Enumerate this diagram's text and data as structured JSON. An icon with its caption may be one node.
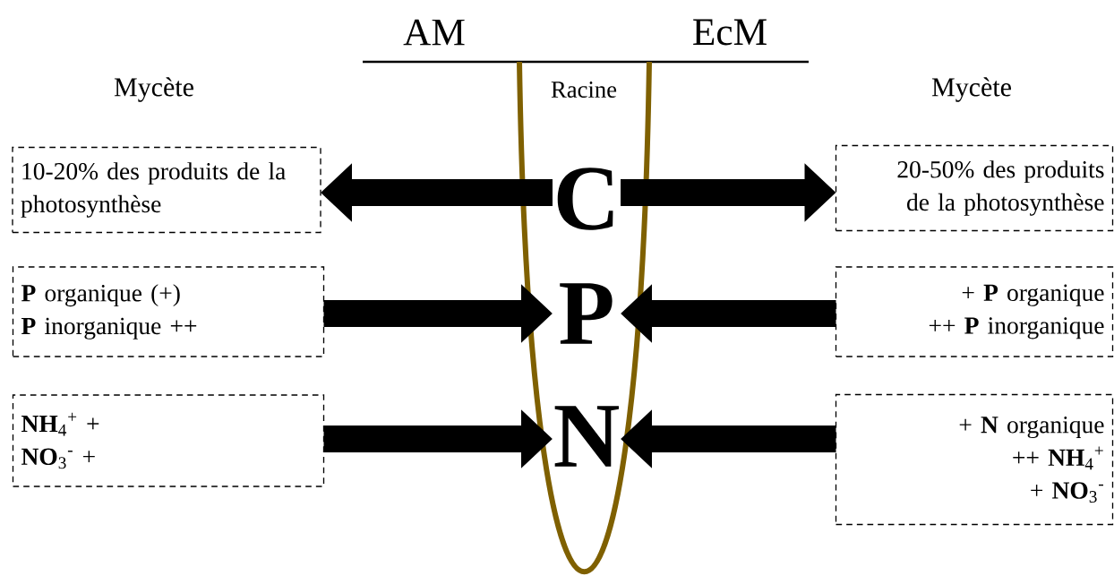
{
  "diagram": {
    "nodes": [
      {
        "text": [
          "10-20% des produits de la photosynthèse"
        ]
      },
      {
        "text": [
          "Racine"
        ]
      },
      {
        "text": [
          "C"
        ],
        "in": 1
      },
      {
        "text": [
          "20-50% des produits de la photosynthèse"
        ]
      },
      {
        "text": [
          "**P** organique (+)",
          "**P** inorganique ++"
        ]
      },
      {
        "text": [
          "P"
        ],
        "in": 1
      },
      {
        "text": [
          "+ **P** organique",
          "++ **P** inorganique"
        ]
      },
      {
        "text": [
          "**NH**$_{4}$$^{+}$ +",
          "**NO**$_{3}$$^{-}$ +"
        ]
      },
      {
        "text": [
          "N"
        ],
        "in": 1
      },
      {
        "text": [
          "+ **N** organique",
          "++ **NH**$_{4}$$^{+}$",
          "+ **NO**$_{3}$$^{-}$"
        ]
      }
    ],
    "edges": [
      {
        "from": 2,
        "to": 0,
        "arrow": "to"
      },
      {
        "from": 2,
        "to": 3,
        "arrow": "to"
      },
      {
        "from": 4,
        "to": 5,
        "arrow": "to"
      },
      {
        "from": 6,
        "to": 5,
        "arrow": "to"
      },
      {
        "from": 7,
        "to": 8,
        "arrow": "to"
      },
      {
        "from": 9,
        "to": 8,
        "arrow": "to"
      }
    ],
    "labels": [
      "AM",
      "EcM",
      "Mycète",
      "Mycète"
    ]
  }
}
